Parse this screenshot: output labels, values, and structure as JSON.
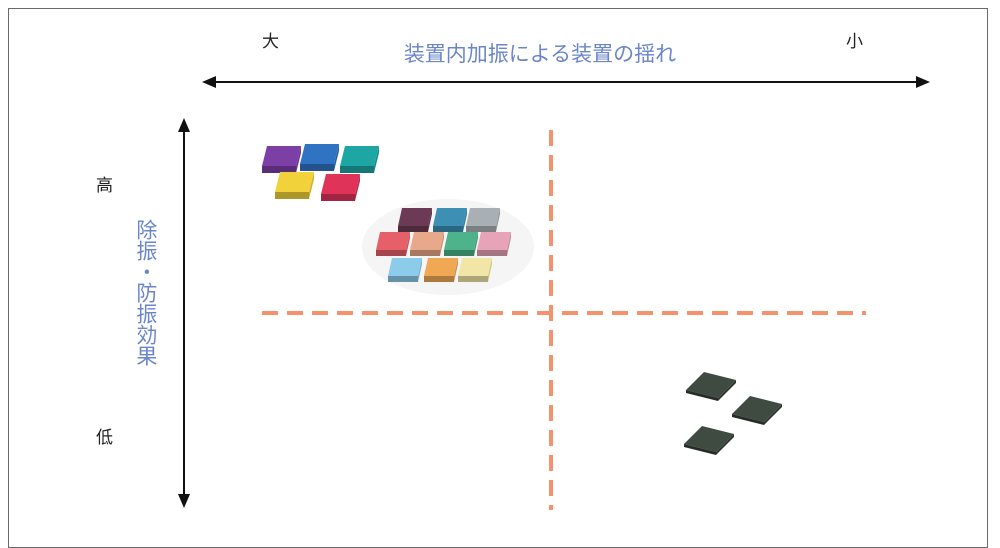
{
  "x_axis": {
    "title": "装置内加振による装置の揺れ",
    "left_label": "大",
    "right_label": "小"
  },
  "y_axis": {
    "title": "除振・防振効果",
    "top_label": "高",
    "bottom_label": "低"
  },
  "colors": {
    "axis_title": "#6b86c8",
    "arrow": "#111111",
    "divider": "#f4926c",
    "frame": "#6a6a6a"
  },
  "groups": {
    "top_left_small": [
      "#7b3fa6",
      "#2f73c2",
      "#1da6a4",
      "#f2d23a",
      "#e0335a"
    ],
    "top_left_large": [
      "#6d3a55",
      "#3d8fb3",
      "#a9b0b5",
      "#e6606a",
      "#e8a88a",
      "#4cb38a",
      "#e7a3b8",
      "#8ccbea",
      "#f0a855",
      "#f1e6a6"
    ],
    "bottom_right": [
      "#3f4a40",
      "#3f4a40",
      "#3f4a40"
    ]
  }
}
